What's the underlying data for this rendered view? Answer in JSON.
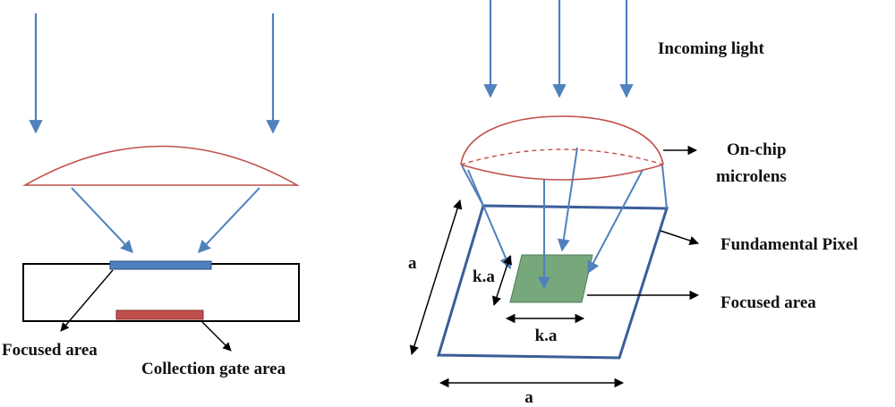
{
  "colors": {
    "ray": "#4f81bd",
    "lens": "#c0504d",
    "pixel_outline": "#3b5e9a",
    "focused_area_fill": "#77a87c",
    "focused_area_left": "#4f81bd",
    "collection_gate": "#c0504d",
    "line": "#000000"
  },
  "labels": {
    "incoming_light": "Incoming light",
    "on_chip_line1": "On-chip",
    "on_chip_line2": "microlens",
    "fundamental_pixel": "Fundamental Pixel",
    "focused_area_right": "Focused area",
    "focused_area_left": "Focused area",
    "collection_gate_area": "Collection gate area",
    "dim_a_bottom": "a",
    "dim_a_left": "a",
    "dim_ka_vertical": "k.a",
    "dim_ka_horizontal": "k.a"
  }
}
